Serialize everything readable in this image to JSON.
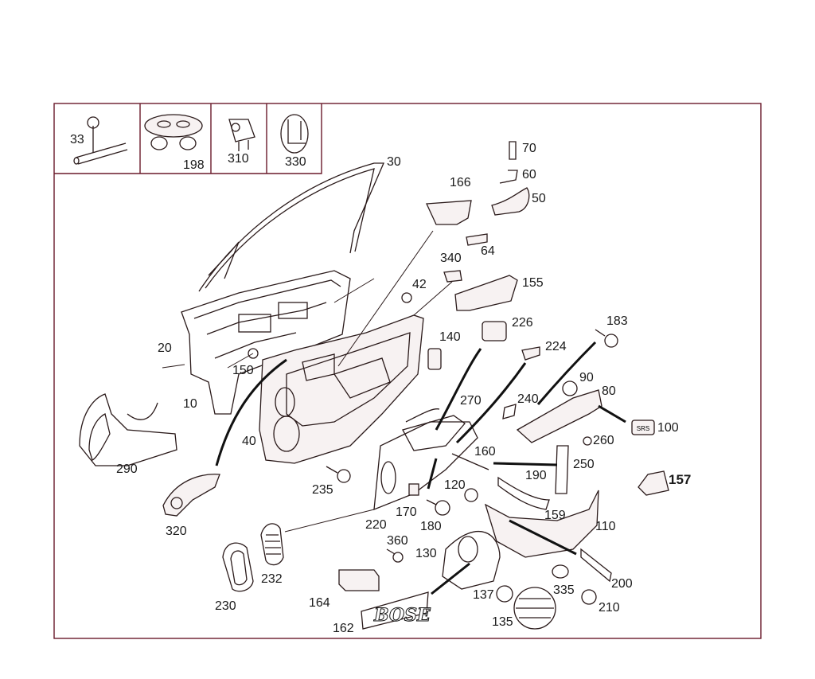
{
  "diagram": {
    "inset_labels": [
      "33",
      "198",
      "310",
      "330"
    ],
    "part_labels": {
      "p30": "30",
      "p166": "166",
      "p70": "70",
      "p60": "60",
      "p50": "50",
      "p64": "64",
      "p340": "340",
      "p42": "42",
      "p155": "155",
      "p226": "226",
      "p140": "140",
      "p183": "183",
      "p224": "224",
      "p20": "20",
      "p150": "150",
      "p90": "90",
      "p80": "80",
      "p270": "270",
      "p240": "240",
      "p10": "10",
      "p100": "100",
      "p290": "290",
      "p40": "40",
      "p260": "260",
      "p160": "160",
      "p250": "250",
      "p235": "235",
      "p190": "190",
      "p120": "120",
      "p157": "157",
      "p170": "170",
      "p159": "159",
      "p320": "320",
      "p220": "220",
      "p180": "180",
      "p110": "110",
      "p360": "360",
      "p130": "130",
      "p232": "232",
      "p230": "230",
      "p200": "200",
      "p164": "164",
      "p335": "335",
      "p137": "137",
      "p210": "210",
      "p135": "135",
      "p162": "162"
    },
    "logo_text": "BOSE",
    "badge_text": "SRS",
    "colors": {
      "frame": "#6a1a2a",
      "lines": "#2a1a1a",
      "text": "#1a1a1a"
    }
  }
}
